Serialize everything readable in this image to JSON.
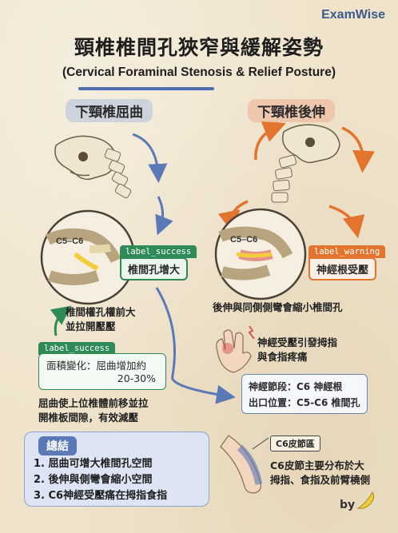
{
  "brand": "ExamWise",
  "title": "頸椎椎間孔狹窄與緩解姿勢",
  "subtitle": "(Cervical Foraminal Stenosis & Relief Posture)",
  "left": {
    "heading": "下頸椎屈曲",
    "level_label": "C5–C6",
    "badge": "label_success",
    "result": "椎間孔增大",
    "note_line1": "椎間權孔權前大",
    "note_line2": "並拉開壓壓",
    "area_badge": "label_success",
    "area_text": "面積變化：屈曲增加約",
    "area_pct": "20-30%",
    "effect_line1": "屈曲使上位椎體前移並拉",
    "effect_line2": "開椎板間隙，有效減壓"
  },
  "right": {
    "heading": "下頸椎後伸",
    "level_label": "C5–C6",
    "badge": "label_warning",
    "result": "神經根受壓",
    "caption": "後伸與同側側彎會縮小椎間孔",
    "symptom_line1": "神經受壓引發拇指",
    "symptom_line2": "與食指疼痛",
    "segment": "神經節段：C6 神經根",
    "exit": "出口位置：C5-C6 椎間孔",
    "dermatome_tag": "C6皮節區",
    "dermatome_line1": "C6皮節主要分布於大",
    "dermatome_line2": "拇指、食指及前臂橈側"
  },
  "summary": {
    "title": "總結",
    "items": [
      "1. 屈曲可增大椎間孔空間",
      "2. 後伸與側彎會縮小空間",
      "3. C6神經受壓痛在拇指食指"
    ]
  },
  "footer": {
    "by": "by"
  },
  "colors": {
    "blue": "#4d6fb0",
    "green": "#2e8b57",
    "orange": "#e2742d",
    "nerve": "#d9534f"
  }
}
